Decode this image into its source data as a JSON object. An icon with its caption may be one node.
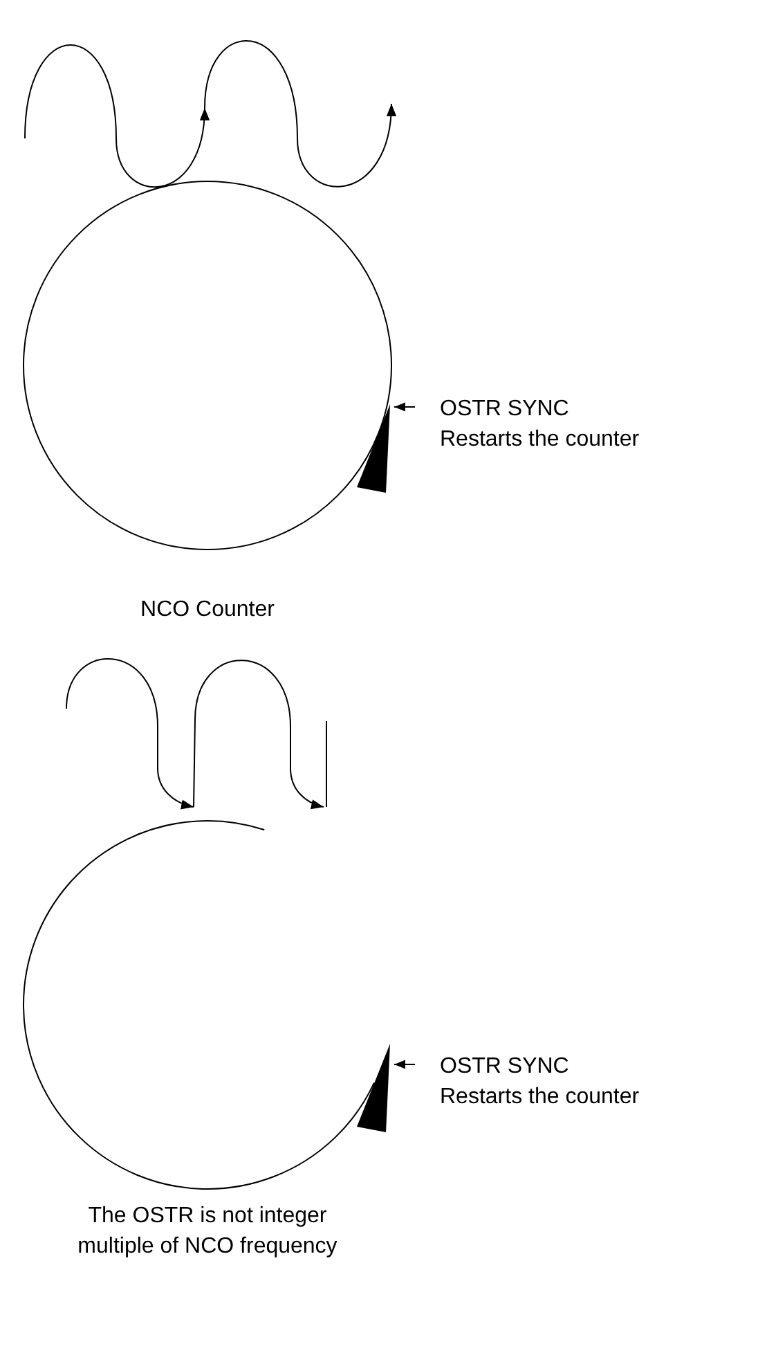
{
  "diagram": {
    "nodes": [
      {
        "text": [],
        "shape": "circle",
        "beside": [
          "NCO Counter"
        ]
      },
      {
        "text": [
          "OSTR SYNC",
          "Restarts the counter"
        ]
      },
      {
        "text": [],
        "shape": "circle",
        "beside": [
          "The OSTR is not integer multiple of NCO frequency"
        ]
      },
      {
        "text": [
          "OSTR SYNC",
          "Restarts the counter"
        ]
      }
    ],
    "edges": [
      {
        "from": 1,
        "to": 0,
        "arrow": "to"
      },
      {
        "from": 3,
        "to": 2,
        "arrow": "to"
      }
    ]
  }
}
